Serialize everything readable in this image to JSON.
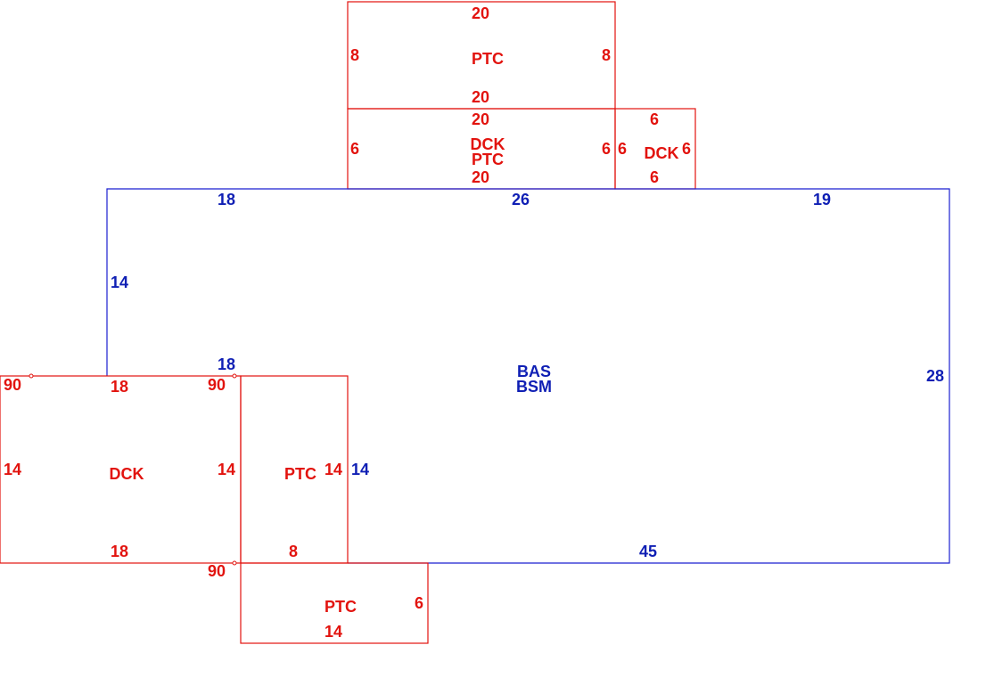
{
  "colors": {
    "red": "#e2130e",
    "blue": "#0f1fb4"
  },
  "areas": {
    "bas": "BAS",
    "bsm": "BSM",
    "ptc_top": "PTC",
    "dck_mid": "DCK",
    "ptc_mid": "PTC",
    "dck_right": "DCK",
    "dck_left": "DCK",
    "ptc_inner": "PTC",
    "ptc_bottom": "PTC"
  },
  "dimensions": {
    "ptc_top_top": "20",
    "ptc_top_left": "8",
    "ptc_top_right": "8",
    "ptc_top_bottom": "20",
    "dckptc_top": "20",
    "dckptc_left": "6",
    "dckptc_right": "6",
    "dckptc_bottom": "20",
    "dck_right_left": "6",
    "dck_right_top": "6",
    "dck_right_right": "6",
    "dck_right_bottom": "6",
    "bas_top_left": "18",
    "bas_top_mid": "26",
    "bas_top_right": "19",
    "bas_left": "14",
    "bas_inner_18": "18",
    "bas_right": "28",
    "bas_inner_14": "14",
    "bas_bottom": "45",
    "dck_top": "18",
    "dck_left": "14",
    "dck_right": "14",
    "dck_bottom": "18",
    "angle_tl": "90",
    "angle_tr": "90",
    "angle_bl": "90",
    "ptc_inner_right": "14",
    "ptc_inner_bottom": "8",
    "ptc_bottom_right": "6",
    "ptc_bottom_bottom": "14"
  }
}
